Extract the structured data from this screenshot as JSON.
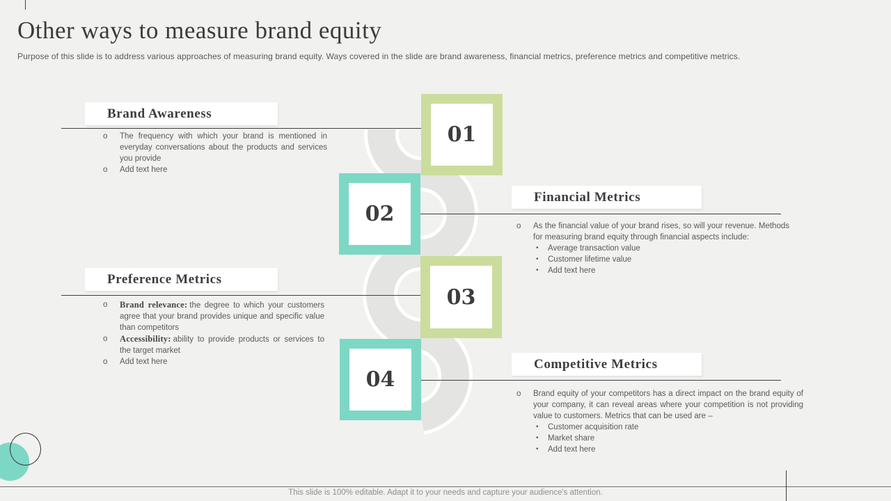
{
  "slide_title": "Other ways to measure brand equity",
  "slide_subtitle": "Purpose of this slide is to address various approaches of measuring brand equity. Ways covered in the slide are brand awareness, financial metrics, preference metrics and competitive metrics.",
  "footer_note": "This slide is 100% editable. Adapt it to your needs and capture your audience's attention.",
  "markers": {
    "level1": "o",
    "level2": "•"
  },
  "colors": {
    "accent_green": "#cbdd9c",
    "accent_teal": "#7cd8c4",
    "background": "#f1f1ef",
    "ribbon_gray": "#e4e4e2",
    "line_color": "#3f3f3f"
  },
  "sections": [
    {
      "number": "01",
      "title": "Brand Awareness",
      "bullets": [
        {
          "text": "The frequency with which your brand is mentioned in everyday conversations about the products and services you provide"
        },
        {
          "text": "Add text here"
        }
      ]
    },
    {
      "number": "02",
      "title": "Financial Metrics",
      "bullets": [
        {
          "text": "As the financial value of your brand rises, so will your revenue. Methods for measuring brand equity through financial aspects include:",
          "sub": [
            "Average transaction value",
            "Customer lifetime value",
            "Add text here"
          ]
        }
      ]
    },
    {
      "number": "03",
      "title": "Preference Metrics",
      "bullets": [
        {
          "lead": "Brand relevance:",
          "text": "the degree to which your customers agree that your brand provides unique and specific value than competitors"
        },
        {
          "lead": "Accessibility:",
          "text": "ability to provide products or services to the target market"
        },
        {
          "text": "Add text here"
        }
      ]
    },
    {
      "number": "04",
      "title": "Competitive Metrics",
      "bullets": [
        {
          "text": "Brand equity of your competitors has a direct impact on the brand equity of your company, it can reveal areas where your competition is not providing value to customers. Metrics that can be used are –",
          "sub": [
            "Customer acquisition rate",
            "Market share",
            "Add text here"
          ]
        }
      ]
    }
  ]
}
